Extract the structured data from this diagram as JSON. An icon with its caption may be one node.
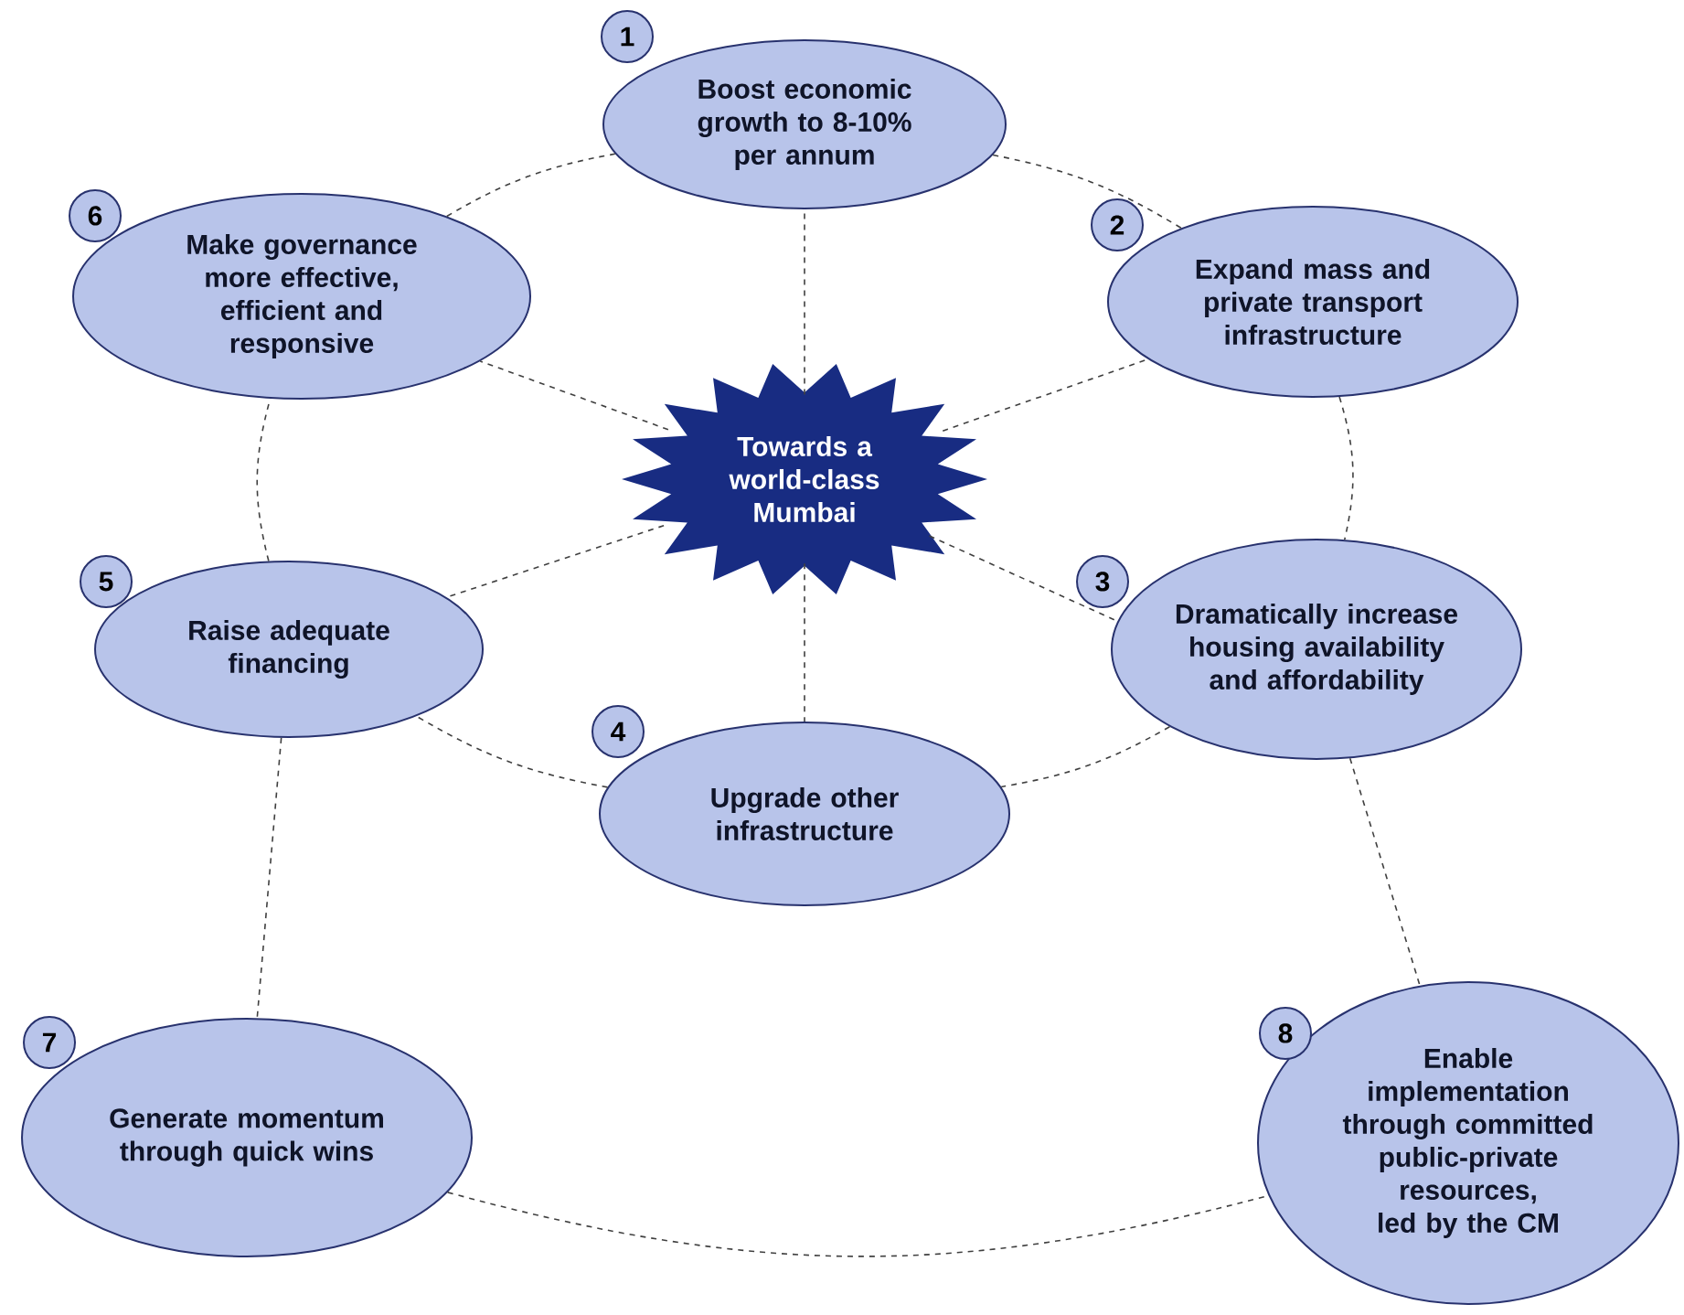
{
  "diagram": {
    "nodes": [
      {
        "text": [
          "Towards a world-class Mumbai"
        ]
      },
      {
        "text": [
          "1",
          "Boost economic growth to 8-10% per annum"
        ]
      },
      {
        "text": [
          "2",
          "Expand mass and private transport infrastructure"
        ]
      },
      {
        "text": [
          "3",
          "Dramatically increase housing availability and affordability"
        ]
      },
      {
        "text": [
          "4",
          "Upgrade other infrastructure"
        ]
      },
      {
        "text": [
          "5",
          "Raise adequate financing"
        ]
      },
      {
        "text": [
          "6",
          "Make governance more effective, efficient and responsive"
        ]
      },
      {
        "text": [
          "7",
          "Generate momentum through quick wins"
        ]
      },
      {
        "text": [
          "8",
          "Enable implementation through committed public-private resources, led by the CM"
        ]
      }
    ],
    "edges": [
      {
        "from": 0,
        "to": 1,
        "arrow": "none",
        "style": "dashed"
      },
      {
        "from": 0,
        "to": 2,
        "arrow": "none",
        "style": "dashed"
      },
      {
        "from": 0,
        "to": 3,
        "arrow": "none",
        "style": "dashed"
      },
      {
        "from": 0,
        "to": 4,
        "arrow": "none",
        "style": "dashed"
      },
      {
        "from": 0,
        "to": 5,
        "arrow": "none",
        "style": "dashed"
      },
      {
        "from": 0,
        "to": 6,
        "arrow": "none",
        "style": "dashed"
      },
      {
        "from": 1,
        "to": 2,
        "arrow": "none",
        "style": "dashed"
      },
      {
        "from": 2,
        "to": 3,
        "arrow": "none",
        "style": "dashed"
      },
      {
        "from": 3,
        "to": 4,
        "arrow": "none",
        "style": "dashed"
      },
      {
        "from": 4,
        "to": 5,
        "arrow": "none",
        "style": "dashed"
      },
      {
        "from": 5,
        "to": 6,
        "arrow": "none",
        "style": "dashed"
      },
      {
        "from": 6,
        "to": 1,
        "arrow": "none",
        "style": "dashed"
      },
      {
        "from": 5,
        "to": 7,
        "arrow": "none",
        "style": "dashed"
      },
      {
        "from": 3,
        "to": 8,
        "arrow": "none",
        "style": "dashed"
      },
      {
        "from": 7,
        "to": 8,
        "arrow": "none",
        "style": "dashed"
      }
    ]
  }
}
